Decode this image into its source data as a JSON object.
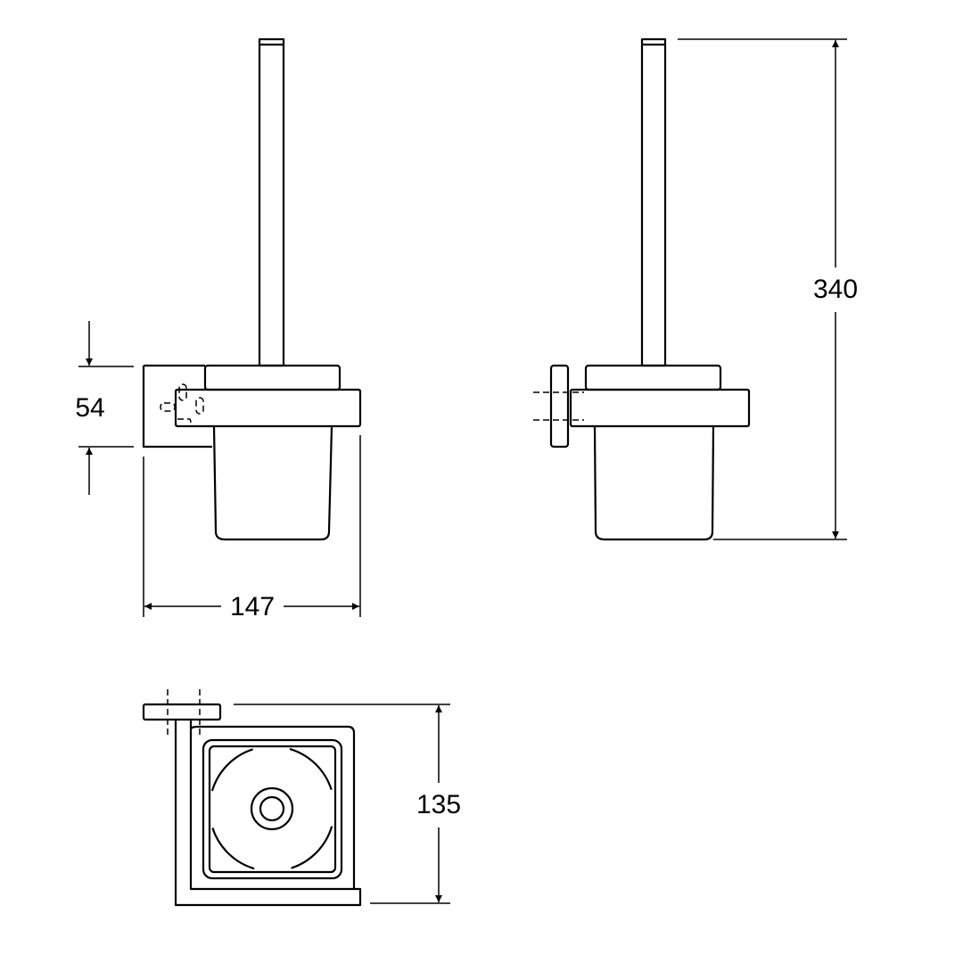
{
  "dimensions": {
    "width_front": "147",
    "height_plate": "54",
    "height_total": "340",
    "depth_top": "135"
  },
  "colors": {
    "line": "#000000",
    "background": "#ffffff"
  }
}
